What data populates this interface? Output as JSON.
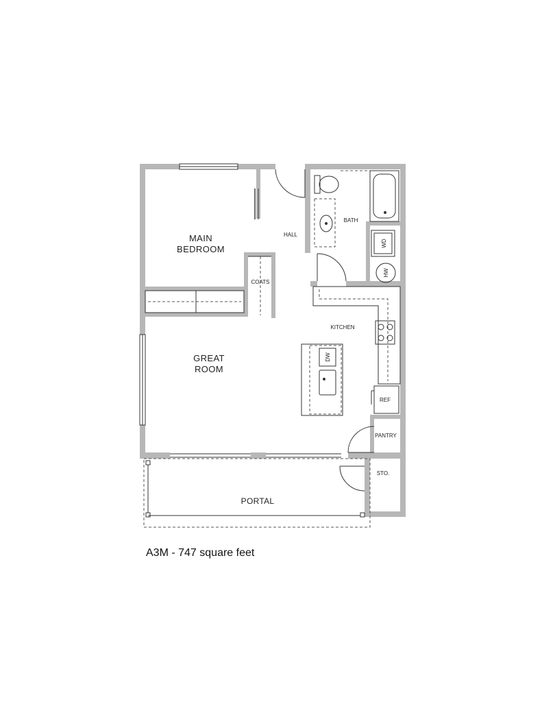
{
  "plan": {
    "rooms": {
      "main_bedroom_line1": "MAIN",
      "main_bedroom_line2": "BEDROOM",
      "hall": "HALL",
      "bath": "BATH",
      "coats": "COATS",
      "kitchen": "KITCHEN",
      "great_room_line1": "GREAT",
      "great_room_line2": "ROOM",
      "ref": "REF",
      "pantry": "PANTRY",
      "sto": "STO.",
      "portal": "PORTAL"
    },
    "appliances": {
      "wd": "WD",
      "hw": "HW",
      "dw": "DW"
    }
  },
  "caption": {
    "model": "A3M",
    "separator": " - ",
    "area": "747 square feet"
  }
}
